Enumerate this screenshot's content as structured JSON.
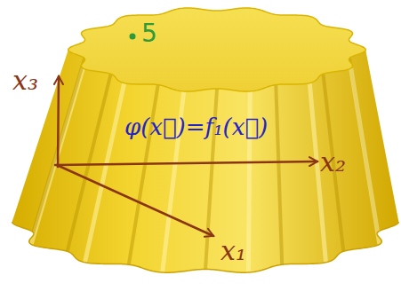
{
  "diagram": {
    "labels": [
      "x₃",
      "x₂",
      "x₁",
      "5",
      "φ(x⃗)=f₁(x⃗)"
    ]
  }
}
